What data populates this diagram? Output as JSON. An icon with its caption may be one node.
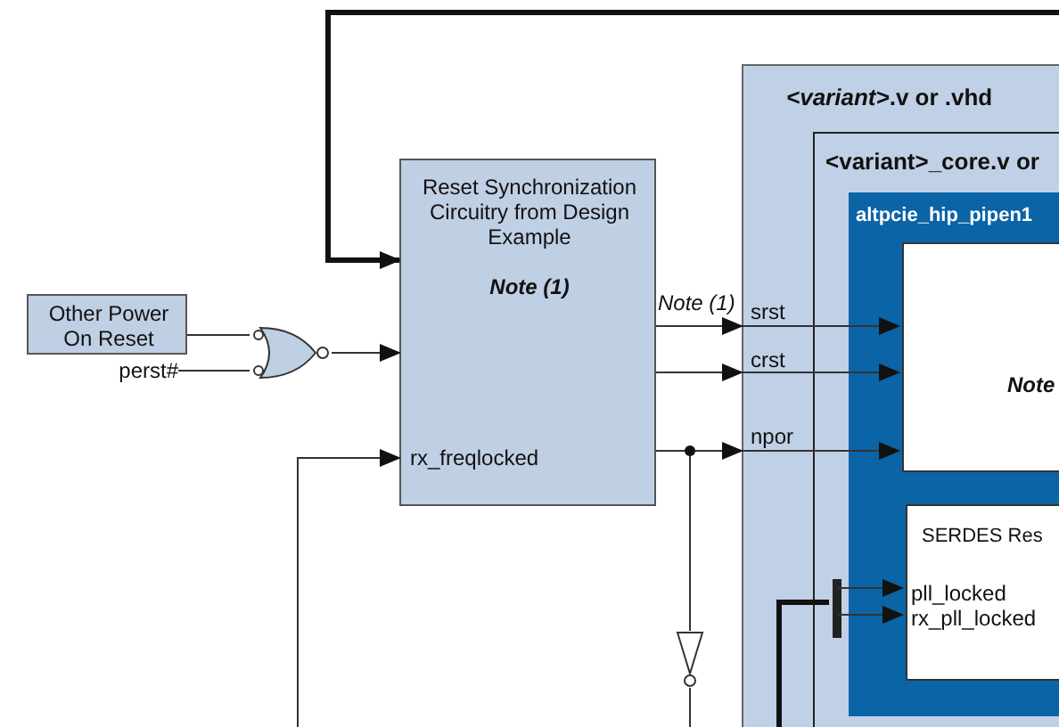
{
  "diagram": {
    "nodes": [
      {
        "text": [
          "Other Power On Reset"
        ]
      },
      {
        "text": [
          "perst#"
        ]
      },
      {
        "text": [],
        "shape": "gate"
      },
      {
        "text": [
          "Reset Synchronization Circuitry from Design Example",
          "Note (1)",
          "rx_freqlocked"
        ]
      },
      {
        "text": [
          "*<variant>*.v or .vhd"
        ]
      },
      {
        "text": [
          "<variant>_core.v or"
        ],
        "in": 4
      },
      {
        "text": [
          "altpcie_hip_pipen1"
        ],
        "in": 5
      },
      {
        "text": [
          "Note"
        ],
        "in": 6
      },
      {
        "text": [
          "SERDES Res",
          "pll_locked",
          "rx_pll_locked"
        ],
        "in": 6
      },
      {
        "text": [],
        "shape": "triangle"
      },
      {
        "text": [],
        "shape": "bar",
        "in": 5
      }
    ],
    "edges": [
      {
        "from": 0,
        "to": 2,
        "arrow": "none"
      },
      {
        "from": 1,
        "to": 2,
        "arrow": "none"
      },
      {
        "from": 2,
        "to": 3,
        "arrow": "to"
      },
      {
        "from": null,
        "to": 3,
        "arrow": "to",
        "style": "thick"
      },
      {
        "from": null,
        "to": 3,
        "arrow": "to"
      },
      {
        "from": 3,
        "to": 7,
        "arrow": "to",
        "label": "srst"
      },
      {
        "from": 3,
        "to": 7,
        "arrow": "to",
        "label": "crst"
      },
      {
        "from": 3,
        "to": 7,
        "arrow": "to",
        "label": "npor"
      },
      {
        "from": 3,
        "to": 9,
        "arrow": "other"
      },
      {
        "from": 9,
        "to": null,
        "arrow": "none"
      },
      {
        "from": null,
        "to": 10,
        "arrow": "none",
        "style": "thick"
      },
      {
        "from": 10,
        "to": 8,
        "arrow": "to"
      },
      {
        "from": 10,
        "to": 8,
        "arrow": "to"
      }
    ],
    "labels": [
      "Note (1)"
    ]
  }
}
